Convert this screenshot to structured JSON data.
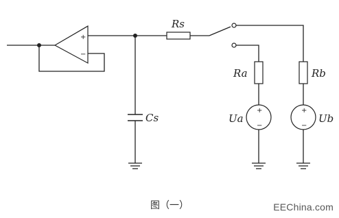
{
  "diagram": {
    "labels": {
      "rs": "Rs",
      "cs": "Cs",
      "ra": "Ra",
      "rb": "Rb",
      "ua": "Ua",
      "ub": "Ub"
    },
    "opamp": {
      "plus": "+",
      "minus": "−"
    },
    "sources": {
      "plus": "+",
      "minus": "−"
    }
  },
  "caption": "图（一）",
  "watermark": "EEChina.com"
}
